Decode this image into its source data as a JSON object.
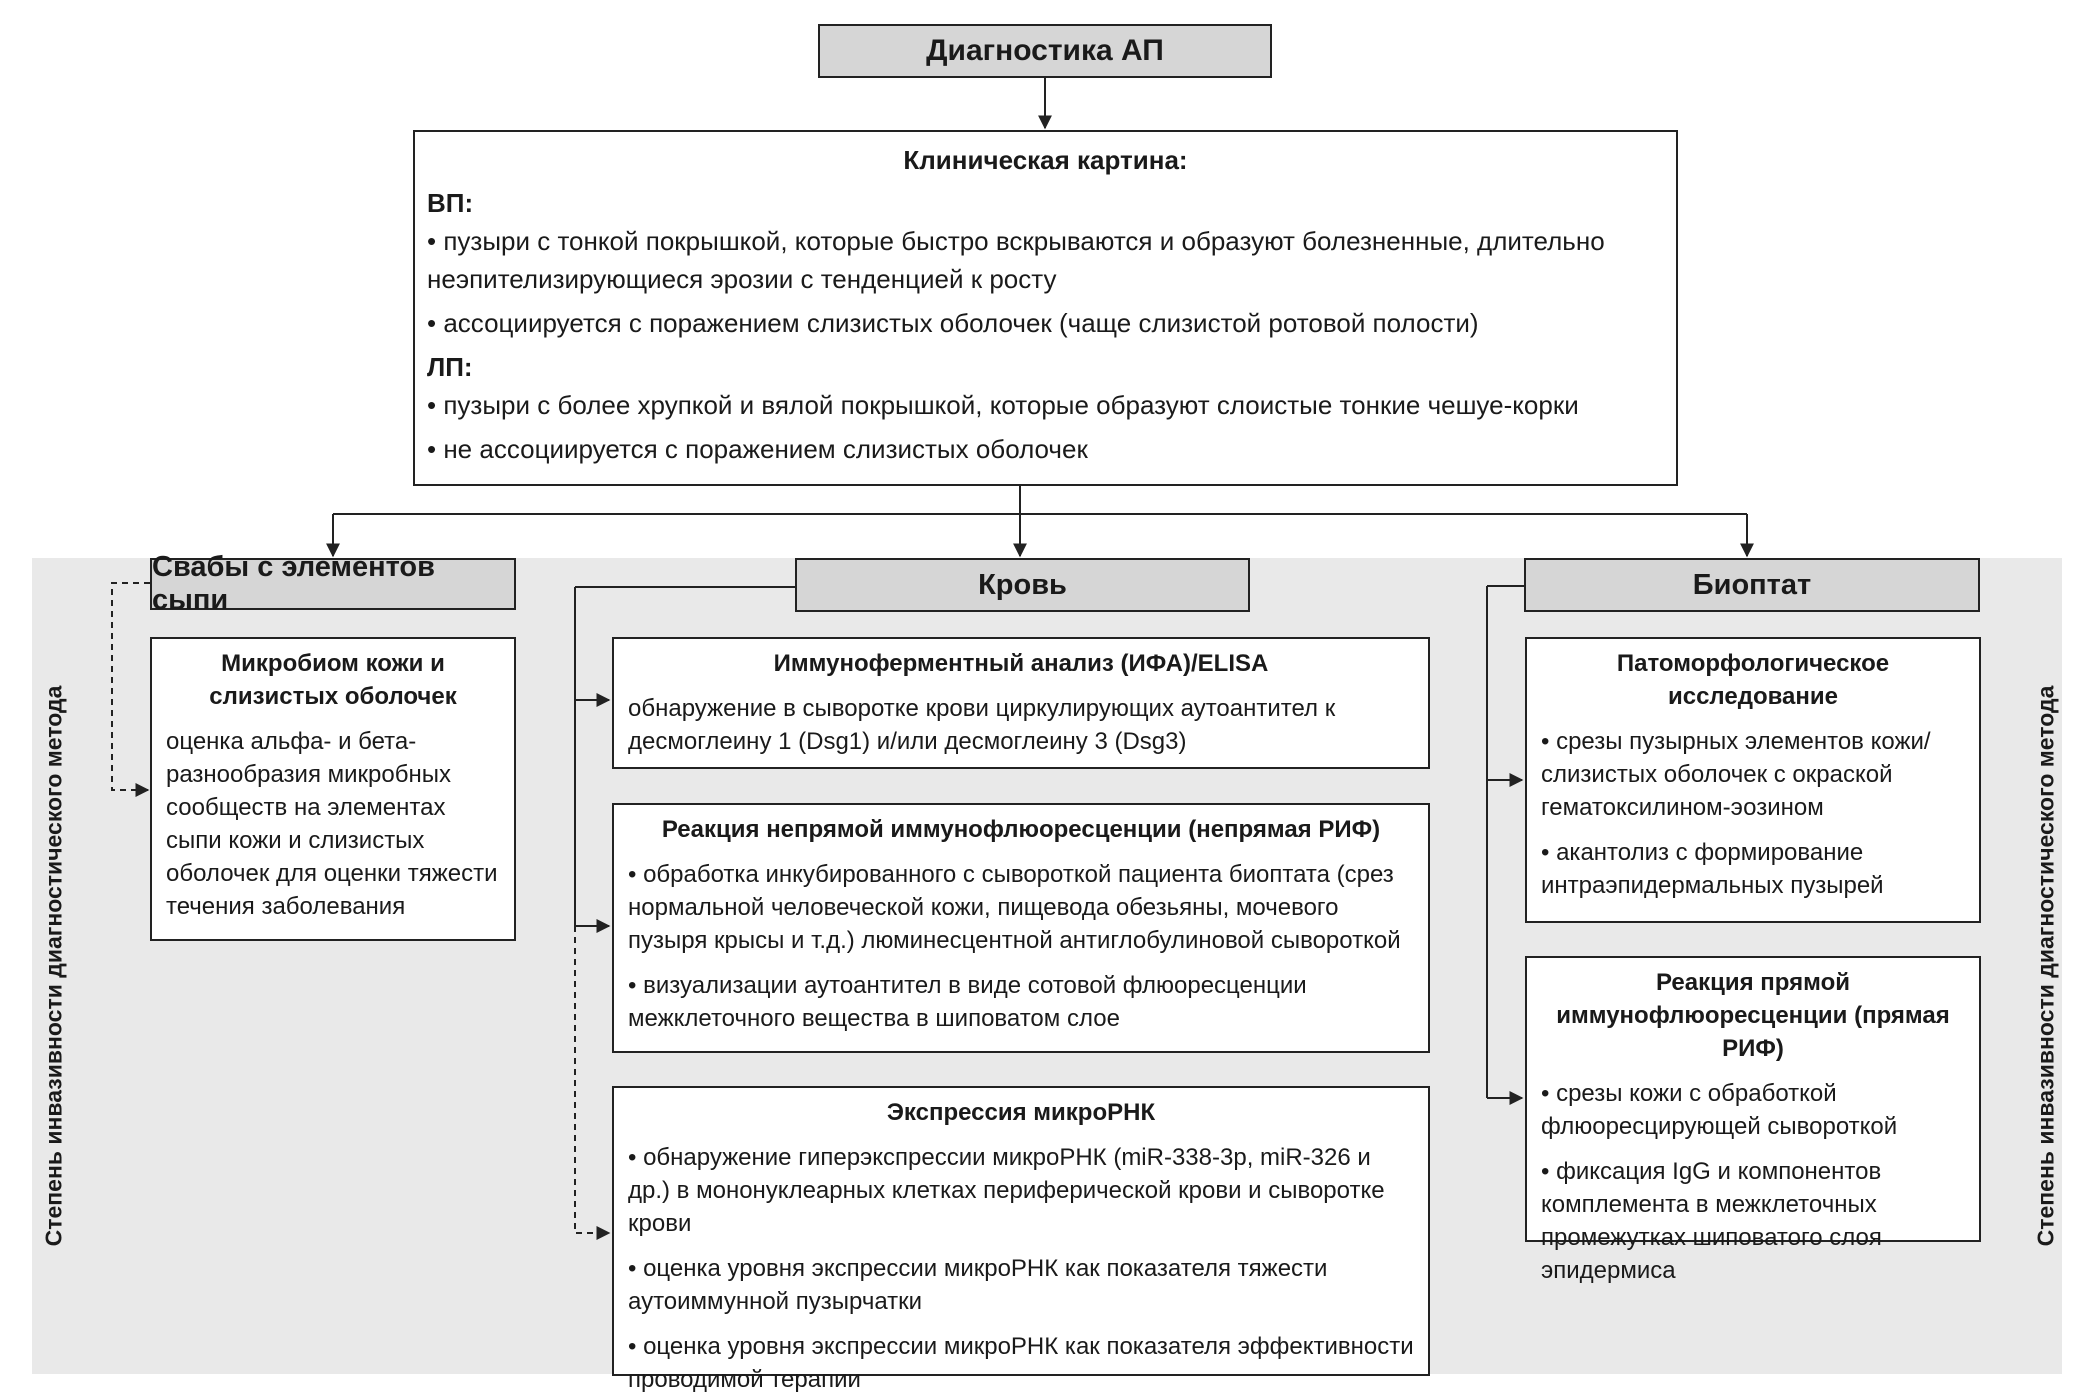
{
  "top": {
    "title": "Диагностика АП"
  },
  "clinical": {
    "title": "Клиническая картина:",
    "vp_label": "ВП:",
    "vp_items": [
      "• пузыри с тонкой покрышкой, которые быстро вскрываются и образуют болезненные, длительно неэпителизирующиеся эрозии с тенденцией к росту",
      "• ассоциируется с поражением слизистых оболочек (чаще слизистой ротовой полости)"
    ],
    "lp_label": "ЛП:",
    "lp_items": [
      "• пузыри с более хрупкой и вялой покрышкой, которые образуют слоистые тонкие чешуе-корки",
      "• не ассоциируется с поражением слизистых оболочек"
    ]
  },
  "side_label": "Степень инвазивности диагностического метода",
  "columns": {
    "swabs": {
      "header": "Свабы с элементов сыпи",
      "boxes": [
        {
          "title": "Микробиом кожи и слизистых оболочек",
          "items": [
            "оценка альфа- и бета-разнообразия микробных сообществ на элементах сыпи кожи и слизистых оболочек для оценки тяжести течения заболевания"
          ]
        }
      ]
    },
    "blood": {
      "header": "Кровь",
      "boxes": [
        {
          "title": "Иммуноферментный анализ (ИФА)/ELISA",
          "items": [
            "обнаружение в сыворотке крови циркулирующих аутоантител к десмоглеину 1 (Dsg1) и/или десмоглеину 3 (Dsg3)"
          ]
        },
        {
          "title": "Реакция непрямой иммунофлюоресценции (непрямая РИФ)",
          "items": [
            "• обработка инкубированного с сывороткой пациента биоптата (срез нормальной человеческой кожи, пищевода обезьяны, мочевого пузыря крысы и т.д.) люминесцентной антиглобулиновой сывороткой",
            "• визуализации аутоантител в виде сотовой флюоресценции межклеточного вещества в шиповатом слое"
          ]
        },
        {
          "title": "Экспрессия микроРНК",
          "items": [
            "• обнаружение гиперэкспрессии микроРНК (miR-338-3p, miR-326 и др.) в мононуклеарных клетках периферической крови и сыворотке крови",
            "• оценка уровня экспрессии микроРНК как показателя тяжести аутоиммунной пузырчатки",
            "• оценка уровня экспрессии микроРНК как показателя эффективности проводимой терапии"
          ]
        }
      ]
    },
    "biopsy": {
      "header": "Биоптат",
      "boxes": [
        {
          "title": "Патоморфологическое исследование",
          "items": [
            "• срезы пузырных элементов кожи/слизистых оболочек с окраской гематоксилином-эозином",
            "• акантолиз с формирование интраэпидермальных пузырей"
          ]
        },
        {
          "title": "Реакция прямой иммунофлюоресценции (прямая РИФ)",
          "items": [
            "• срезы кожи с обработкой флюоресцирующей сывороткой",
            "• фиксация IgG и компонентов комплемента в межклеточных промежутках шиповатого слоя эпидермиса"
          ]
        }
      ]
    }
  }
}
